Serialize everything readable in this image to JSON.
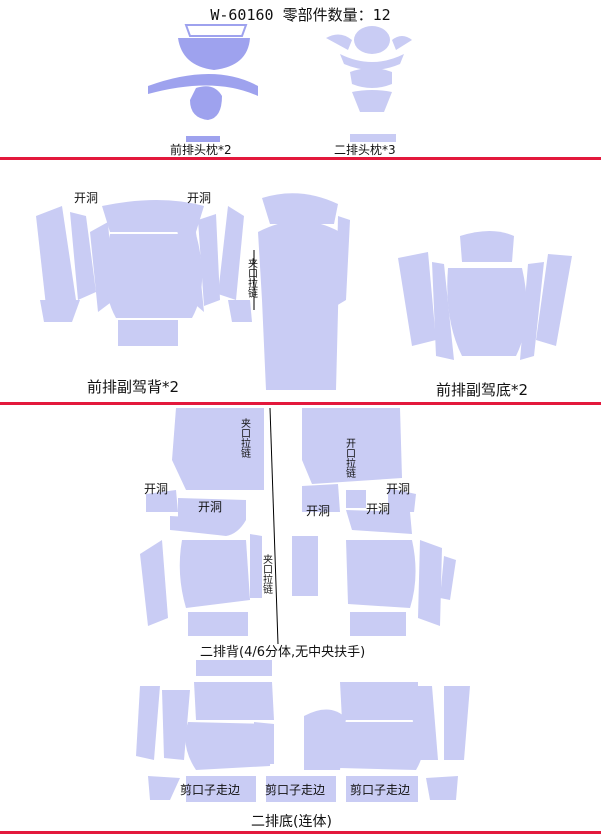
{
  "title": "W-60160 零部件数量：12",
  "sections": {
    "headrest_front": "前排头枕*2",
    "headrest_second": "二排头枕*3",
    "front_back": "前排副驾背*2",
    "front_base": "前排副驾底*2",
    "second_back": "二排背(4/6分体,无中央扶手)",
    "second_base": "二排底(连体)"
  },
  "annotations": {
    "hole": "开洞",
    "clip_mouth": "夹口拉链",
    "cut_edge": "剪口子走边",
    "open_zip": "开口拉链"
  },
  "colors": {
    "separator": "#e3183c",
    "piece_light": "#c9ccf4",
    "piece_dark": "#9ea2ee"
  }
}
